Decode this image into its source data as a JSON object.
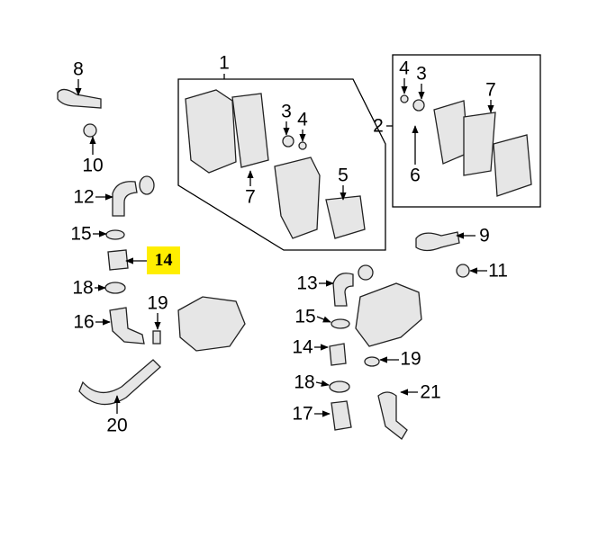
{
  "diagram_title": "",
  "callouts": {
    "c1": "1",
    "c2": "2",
    "c3a": "3",
    "c4a": "4",
    "c3b": "3",
    "c4b": "4",
    "c5": "5",
    "c6": "6",
    "c7a": "7",
    "c7b": "7",
    "c8": "8",
    "c9": "9",
    "c10": "10",
    "c11": "11",
    "c12": "12",
    "c13": "13",
    "c14a": "14",
    "c14b": "14",
    "c15a": "15",
    "c15b": "15",
    "c16": "16",
    "c17": "17",
    "c18a": "18",
    "c18b": "18",
    "c19a": "19",
    "c19b": "19",
    "c20": "20",
    "c21": "21"
  },
  "highlight_color": "#ffee00"
}
